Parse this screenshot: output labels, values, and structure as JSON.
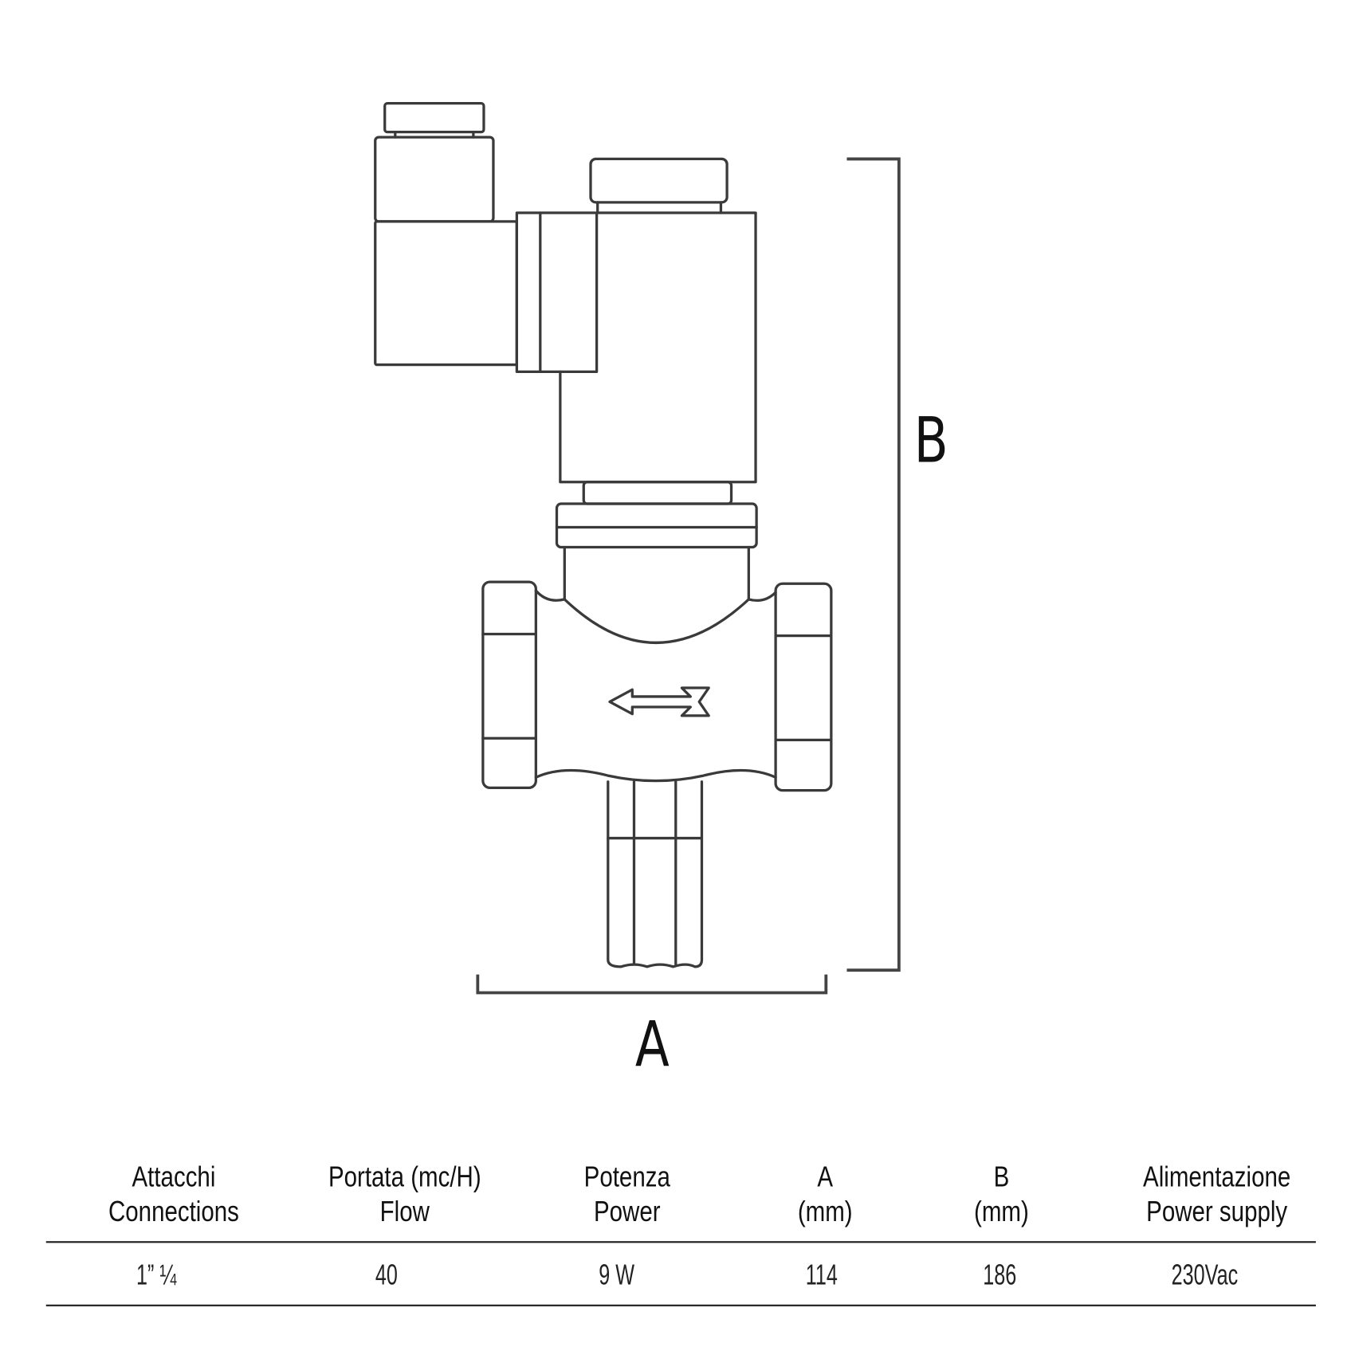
{
  "drawing": {
    "dimension_a_label": "A",
    "dimension_b_label": "B"
  },
  "table": {
    "headers": [
      {
        "line1": "Attacchi",
        "line2": "Connections"
      },
      {
        "line1": "Portata (mc/H)",
        "line2": "Flow"
      },
      {
        "line1": "Potenza",
        "line2": "Power"
      },
      {
        "line1": "A",
        "line2": "(mm)"
      },
      {
        "line1": "B",
        "line2": "(mm)"
      },
      {
        "line1": "Alimentazione",
        "line2": "Power supply"
      }
    ],
    "row": [
      "1” ¼",
      "40",
      "9 W",
      "114",
      "186",
      "230Vac"
    ]
  }
}
